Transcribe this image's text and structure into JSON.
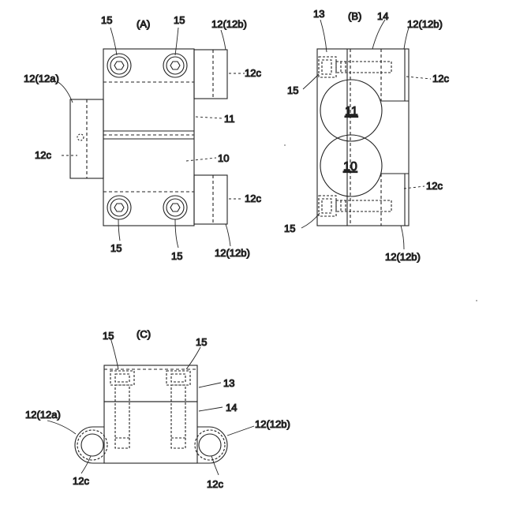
{
  "figure": {
    "view_a": {
      "caption": "(A)",
      "bolt_top_left": "15",
      "bolt_top_right": "15",
      "bolt_bottom_left": "15",
      "bolt_bottom_right": "15",
      "flange_top_right": "12(12b)",
      "flange_top_right_sub": "12c",
      "flange_left": "12(12a)",
      "flange_left_sub": "12c",
      "flange_bottom_right": "12(12b)",
      "flange_bottom_right_sub": "12c",
      "upper_half": "11",
      "lower_half": "10"
    },
    "view_b": {
      "caption": "(B)",
      "part_13": "13",
      "part_14": "14",
      "flange_top": "12(12b)",
      "flange_top_sub": "12c",
      "bolt_top": "15",
      "bolt_bottom": "15",
      "circle_upper": "11",
      "circle_lower": "10",
      "flange_bottom_sub": "12c",
      "flange_bottom": "12(12b)"
    },
    "view_c": {
      "caption": "(C)",
      "bolt_left": "15",
      "bolt_right": "15",
      "part_13": "13",
      "part_14": "14",
      "flange_left": "12(12a)",
      "flange_right": "12(12b)",
      "hole_left": "12c",
      "hole_right": "12c"
    }
  }
}
